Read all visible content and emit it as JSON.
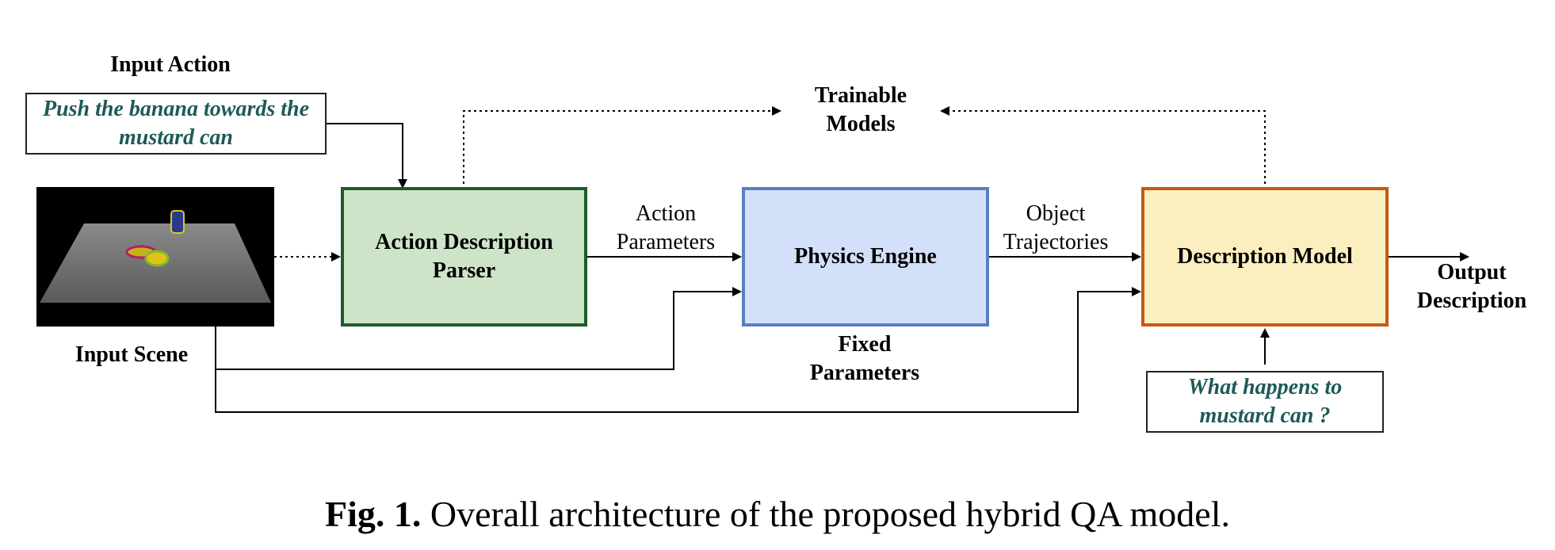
{
  "input_action": {
    "heading": "Input Action",
    "text": "Push the banana towards the mustard can"
  },
  "input_scene": {
    "label": "Input Scene"
  },
  "nodes": {
    "parser": "Action Description Parser",
    "physics": "Physics Engine",
    "description": "Description Model"
  },
  "edge_labels": {
    "action_parameters": "Action Parameters",
    "object_trajectories": "Object Trajectories",
    "trainable_models": "Trainable Models",
    "fixed_parameters": "Fixed Parameters",
    "output_description": "Output Description"
  },
  "question": {
    "text": "What happens to mustard can ?"
  },
  "caption": {
    "prefix": "Fig. 1.",
    "text": "Overall architecture of the proposed hybrid QA model."
  },
  "colors": {
    "parser_fill": "#cde4c8",
    "parser_border": "#1e5a2a",
    "physics_fill": "#d3e0fa",
    "physics_border": "#5a7fbd",
    "description_fill": "#fcefbf",
    "description_border": "#c45a12",
    "teal_text": "#1e5a57"
  }
}
